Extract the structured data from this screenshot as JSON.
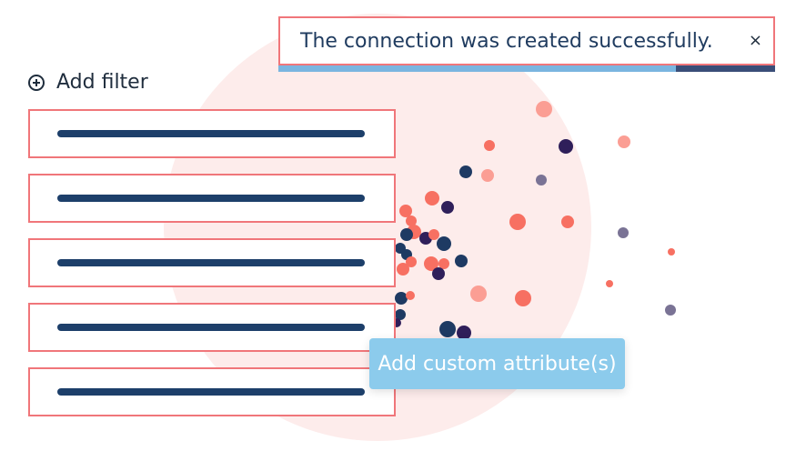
{
  "toast": {
    "message": "The connection was created successfully.",
    "close_glyph": "×",
    "progress": 0.8
  },
  "filters": {
    "add_label": "Add filter",
    "add_icon": "plus-circle-icon",
    "rows": [
      {
        "placeholder": "bar"
      },
      {
        "placeholder": "bar"
      },
      {
        "placeholder": "bar"
      },
      {
        "placeholder": "bar"
      },
      {
        "placeholder": "bar"
      }
    ]
  },
  "custom_attribute": {
    "label": "Add custom attribute(s)"
  },
  "colors": {
    "accent_red": "#f0767a",
    "navy": "#1d3f6a",
    "button_blue": "#8ccbec",
    "dot_coral": "#f77062",
    "dot_pink": "#fb9e94",
    "dot_navy": "#1e3a63",
    "dot_purple": "#2f1f5a",
    "dot_grey": "#7a7395",
    "blob": "#fdeceb"
  }
}
